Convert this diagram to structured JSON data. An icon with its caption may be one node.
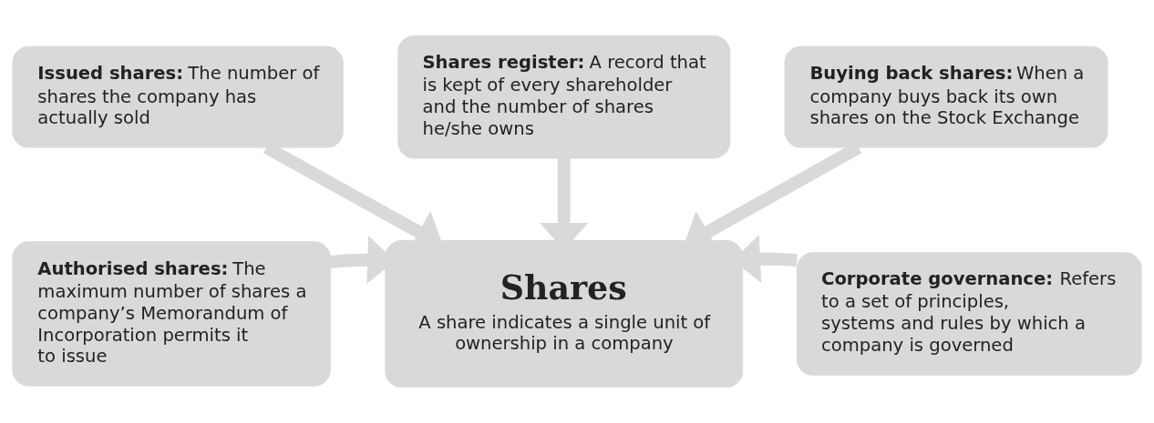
{
  "diagram": {
    "nodes": [
      {
        "text": [
          "**Issued shares:** The number of shares the company has actually sold"
        ]
      },
      {
        "text": [
          "**Shares register:** A record that is kept of every shareholder and the number of shares he/she owns"
        ]
      },
      {
        "text": [
          "**Buying back shares:** When a company buys back its own shares on the Stock Exchange"
        ]
      },
      {
        "text": [
          "**Authorised shares:** The maximum number of shares a company’s Memorandum of Incorporation permits it to issue"
        ]
      },
      {
        "text": [
          "Shares",
          "A share indicates a single unit of ownership in a company"
        ]
      },
      {
        "text": [
          "**Corporate governance:** Refers to a set of principles, systems and rules by which a company is governed"
        ]
      }
    ],
    "edges": [
      {
        "from": 0,
        "to": 4,
        "arrow": "to"
      },
      {
        "from": 1,
        "to": 4,
        "arrow": "to"
      },
      {
        "from": 2,
        "to": 4,
        "arrow": "to"
      },
      {
        "from": 3,
        "to": 4,
        "arrow": "to"
      },
      {
        "from": 5,
        "to": 4,
        "arrow": "to"
      }
    ]
  }
}
